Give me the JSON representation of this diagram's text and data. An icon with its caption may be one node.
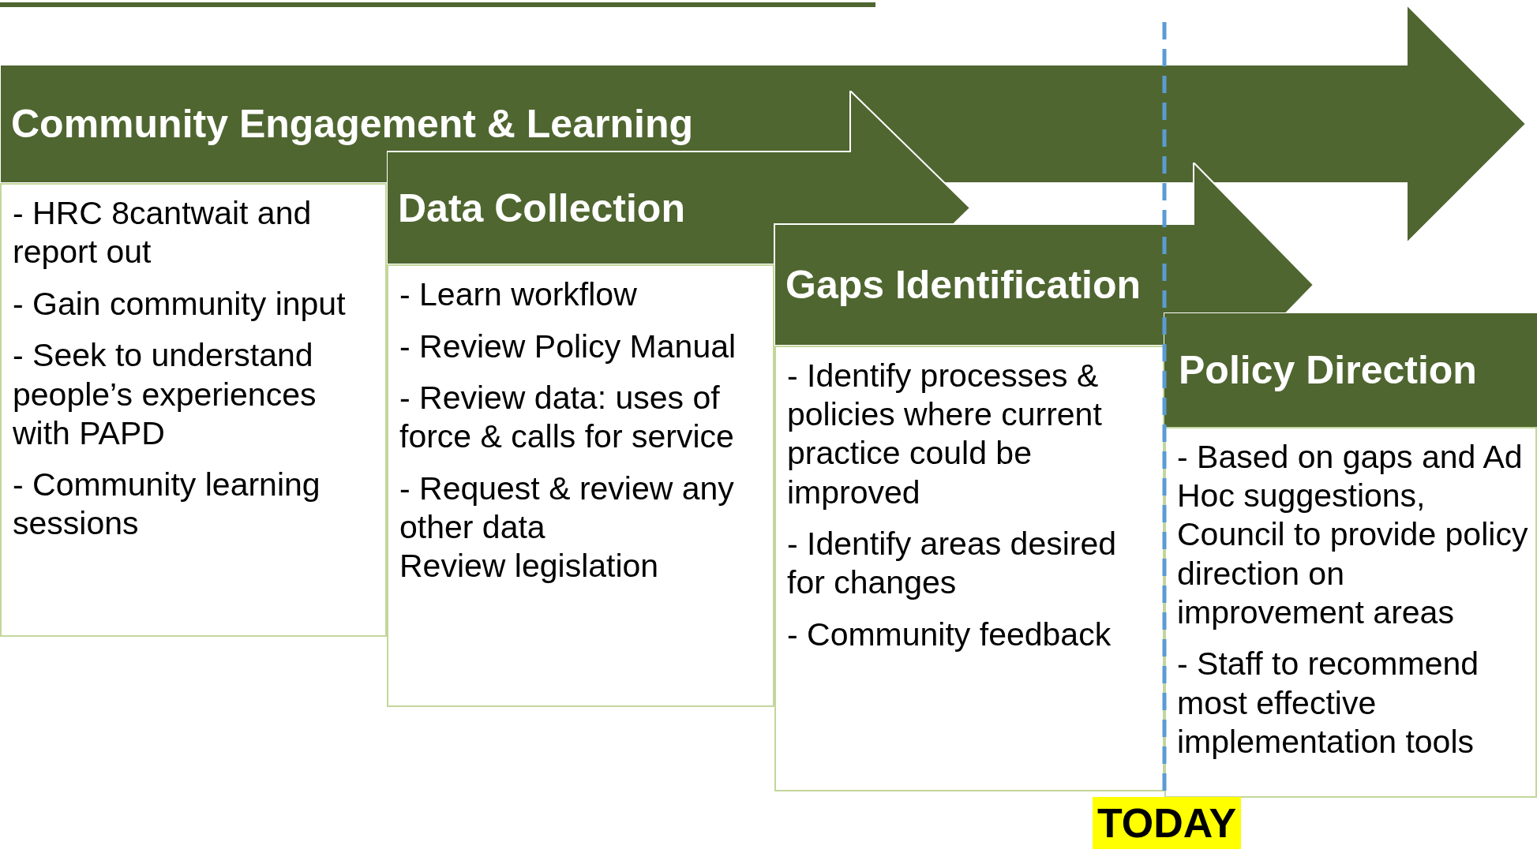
{
  "diagram": {
    "nodes": [
      {
        "text": [
          "Community Engagement & Learning"
        ]
      },
      {
        "text": [
          "- HRC 8cantwait and report out",
          "- Gain community input",
          "- Seek to understand people’s experiences with PAPD",
          "- Community learning sessions"
        ]
      },
      {
        "text": [
          "Data Collection"
        ]
      },
      {
        "text": [
          "- Learn workflow",
          "- Review Policy Manual",
          "- Review data: uses of force & calls for service",
          "- Request & review any other data",
          "Review legislation"
        ]
      },
      {
        "text": [
          "Gaps Identification"
        ]
      },
      {
        "text": [
          "- Identify processes & policies where current practice could be improved",
          "- Identify areas desired for changes",
          "- Community feedback"
        ]
      },
      {
        "text": [
          "Policy Direction"
        ]
      },
      {
        "text": [
          "- Based on gaps and Ad Hoc suggestions, Council to provide policy direction on improvement areas",
          "- Staff to recommend most effective implementation tools"
        ]
      }
    ],
    "labels": [
      "TODAY"
    ]
  }
}
